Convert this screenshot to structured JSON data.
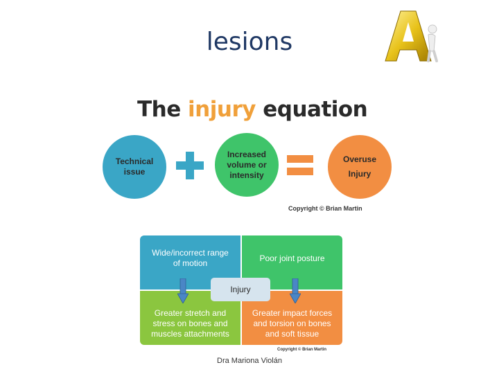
{
  "slide": {
    "title": "lesions",
    "footer": "Dra Mariona Violán"
  },
  "equation": {
    "title_part1": "The",
    "title_highlight": "injury",
    "title_part2": "equation",
    "term1": "Technical issue",
    "term2": "Increased volume or intensity",
    "result": "Overuse Injury",
    "copyright": "Copyright © Brian Martin"
  },
  "matrix": {
    "top_left": "Wide/incorrect range of motion",
    "top_right": "Poor joint posture",
    "center": "Injury",
    "bottom_left": "Greater stretch and stress on bones and muscles attachments",
    "bottom_right": "Greater impact forces and torsion on bones and soft tissue",
    "copyright": "Copyright © Brian Martin"
  },
  "colors": {
    "title": "#1f3864",
    "blue": "#3aa6c6",
    "green": "#3fc46a",
    "lime": "#8bc63f",
    "orange": "#f28e42",
    "highlight": "#f0a03a"
  }
}
